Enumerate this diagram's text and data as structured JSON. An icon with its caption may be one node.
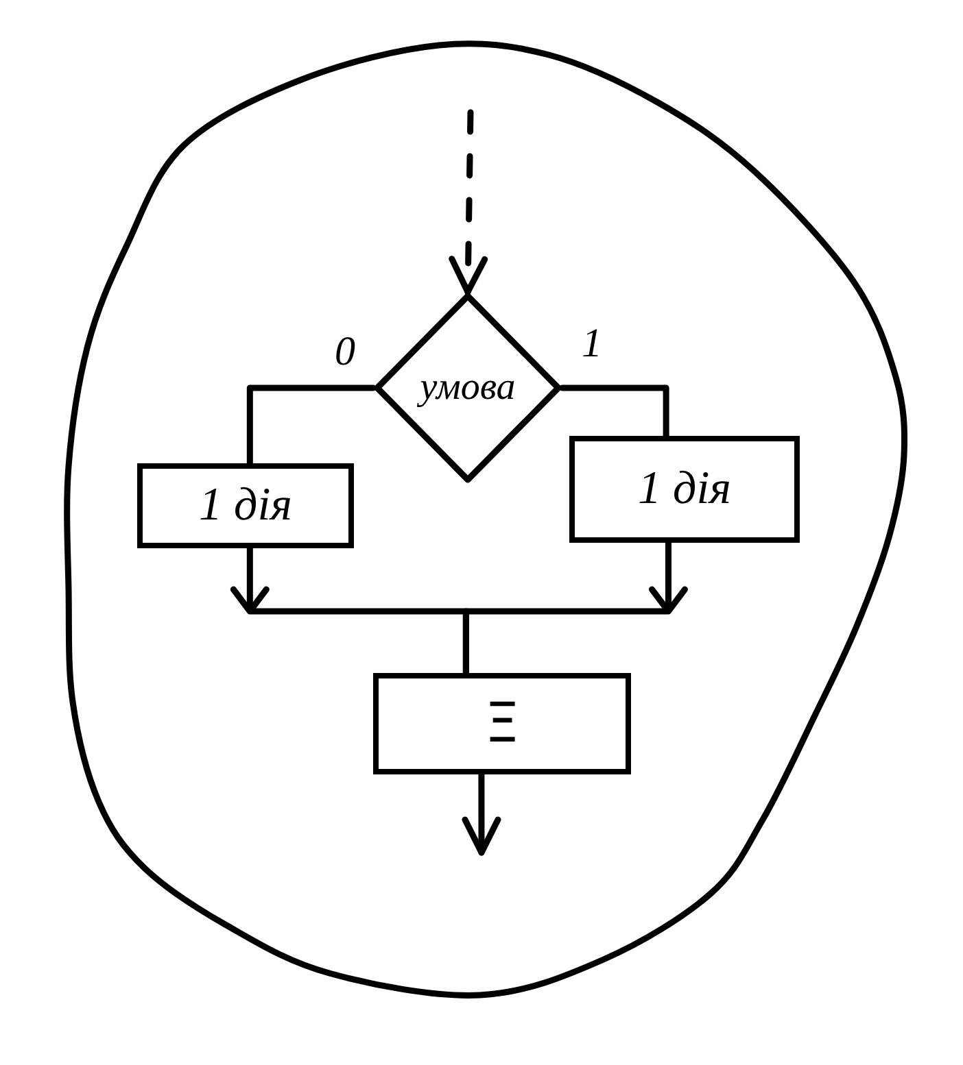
{
  "diagram": {
    "nodes": [
      {
        "text": [],
        "shape": "circle"
      },
      {
        "text": [
          "умова"
        ],
        "in": 0
      },
      {
        "text": [
          "1 дія"
        ],
        "in": 0
      },
      {
        "text": [
          "1 дія"
        ],
        "in": 0
      },
      {
        "text": [
          "Ξ"
        ],
        "in": 0
      }
    ],
    "edges": [
      {
        "from": null,
        "to": 1,
        "arrow": "to",
        "style": "dashed"
      },
      {
        "from": 1,
        "to": 2,
        "arrow": "none",
        "label": "0"
      },
      {
        "from": 1,
        "to": 3,
        "arrow": "none",
        "label": "1"
      },
      {
        "from": 2,
        "to": 4,
        "arrow": "to"
      },
      {
        "from": 3,
        "to": 4,
        "arrow": "to"
      },
      {
        "from": 4,
        "to": null,
        "arrow": "to"
      }
    ]
  }
}
